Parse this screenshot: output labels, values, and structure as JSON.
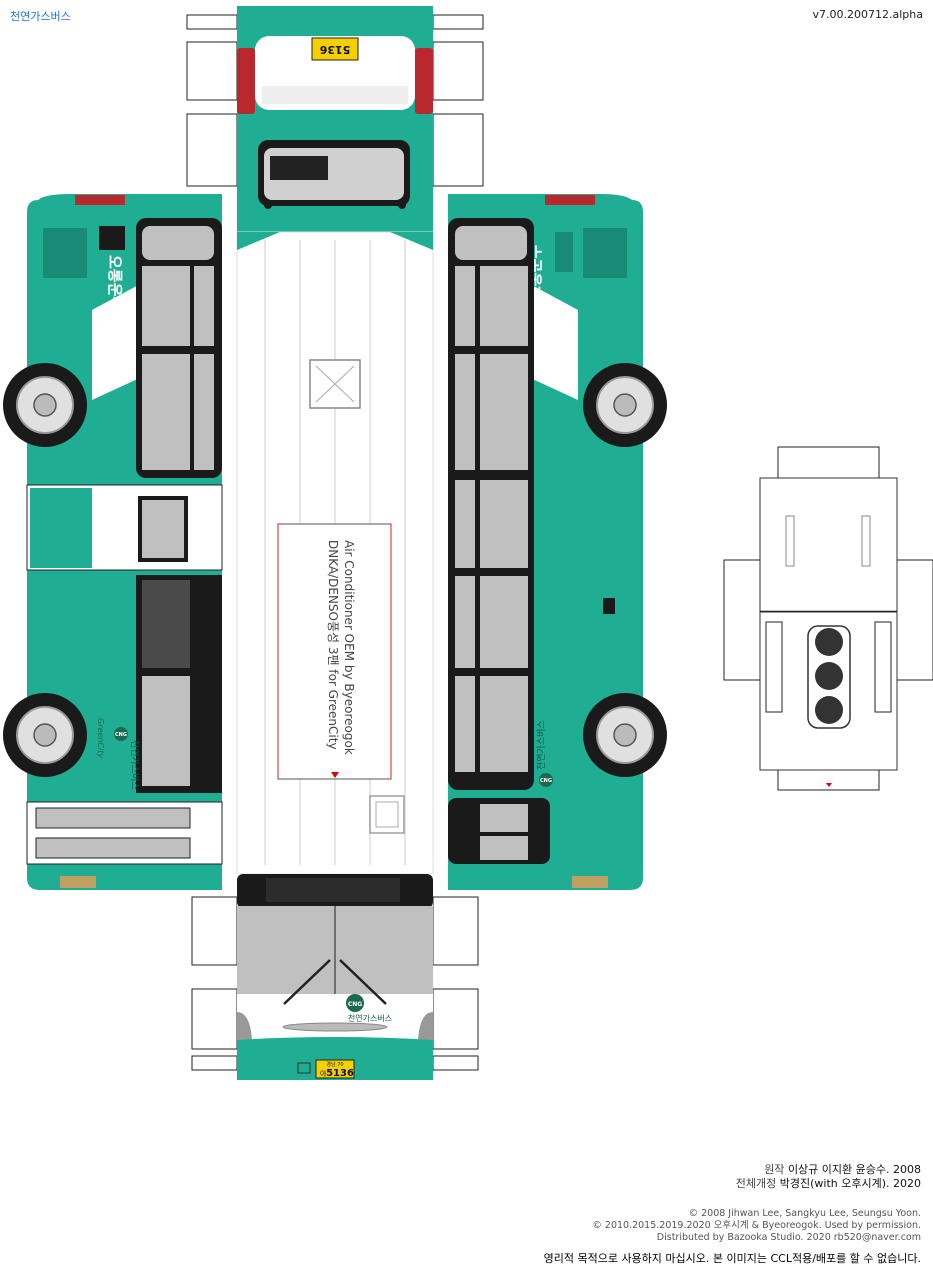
{
  "header": {
    "title": "천연가스버스",
    "version": "v7.00.200712.alpha"
  },
  "bus": {
    "company": "오롱운수",
    "fuel_badge": "CNG",
    "fuel_label": "천연가스버스",
    "model": "GreenCity",
    "plate_region": "경남 70",
    "plate_prefix": "아",
    "plate_number": "5136",
    "ac_line1": "Air Conditioner OEM by Byeoreogok",
    "ac_line2": "DNKA/DENSO풍성 3팬 for GreenCity",
    "colors": {
      "body": "#1fae93",
      "roof": "#ffffff",
      "glass": "#c0c0c0",
      "frame": "#1a1a1a",
      "plate": "#f5d000"
    }
  },
  "credits": {
    "original_label": "원작",
    "original_names": "이상규 이지환 윤승수. 2008",
    "remake_label": "전체개정",
    "remake_names": "박경진(with 오후시계). 2020"
  },
  "copyright": {
    "line1": "© 2008 Jihwan Lee, Sangkyu Lee, Seungsu Yoon.",
    "line2": "© 2010.2015.2019.2020 오후시계 & Byeoreogok. Used by permission.",
    "line3": "Distributed by Bazooka Studio. 2020   rb520@naver.com"
  },
  "notice": "영리적 목적으로 사용하지 마십시오.   본 이미지는 CCL적용/배포를 할 수 없습니다."
}
